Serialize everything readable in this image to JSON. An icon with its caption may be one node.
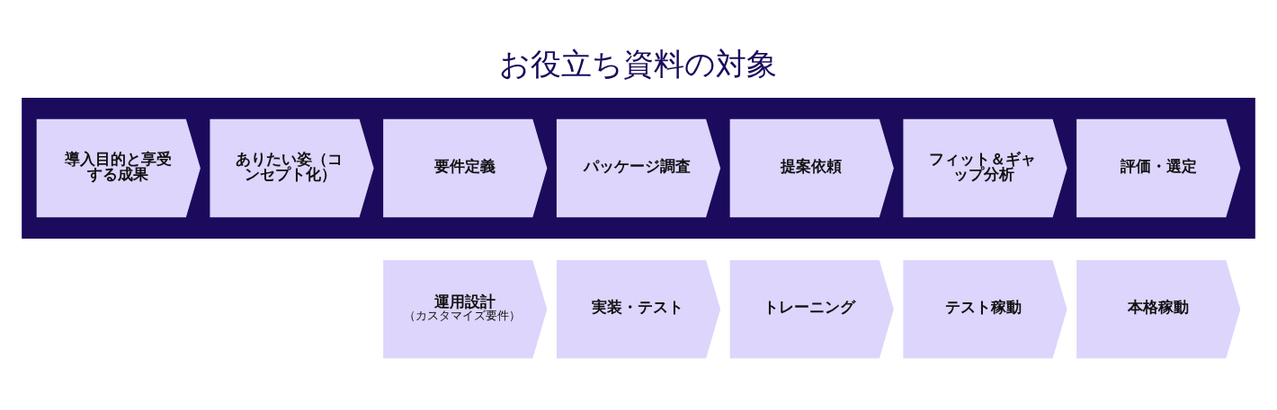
{
  "diagram": {
    "title": "お役立ち資料の対象",
    "nodes": [
      {
        "text": [],
        "shape": "bar"
      },
      {
        "text": [
          "導入目的と享受する成果"
        ],
        "in": 0
      },
      {
        "text": [
          "ありたい姿（コンセプト化）"
        ],
        "in": 0
      },
      {
        "text": [
          "要件定義"
        ],
        "in": 0
      },
      {
        "text": [
          "パッケージ調査"
        ],
        "in": 0
      },
      {
        "text": [
          "提案依頼"
        ],
        "in": 0
      },
      {
        "text": [
          "フィット＆ギャップ分析"
        ],
        "in": 0
      },
      {
        "text": [
          "評価・選定"
        ],
        "in": 0
      },
      {
        "text": [
          "運用設計",
          "（カスタマイズ要件）"
        ]
      },
      {
        "text": [
          "実装・テスト"
        ]
      },
      {
        "text": [
          "トレーニング"
        ]
      },
      {
        "text": [
          "テスト稼動"
        ]
      },
      {
        "text": [
          "本格稼動"
        ]
      }
    ],
    "edges": []
  }
}
